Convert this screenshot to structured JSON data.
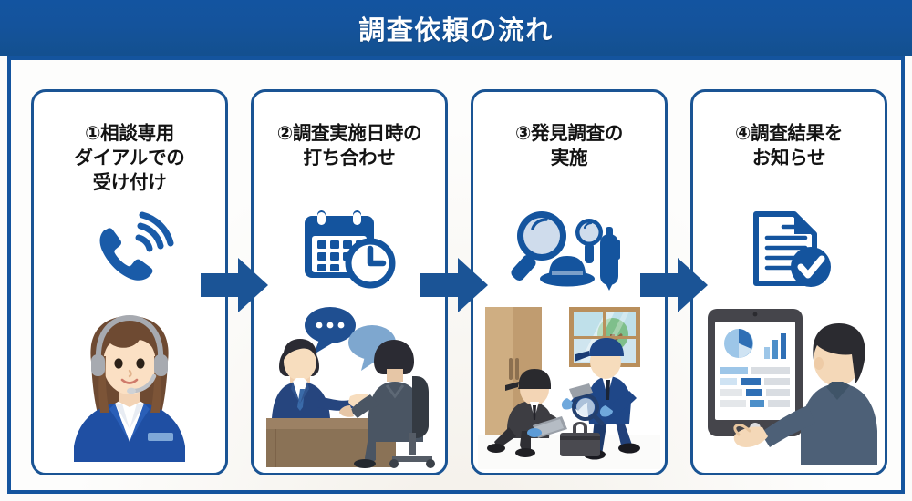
{
  "header": {
    "title": "調査依頼の流れ",
    "background_color": "#14539c",
    "text_color": "#ffffff"
  },
  "theme": {
    "accent_blue": "#14549e",
    "icon_blue": "#1a5ba8",
    "arrow_blue": "#1b5496",
    "card_border": "#1a5494",
    "card_background": "#ffffff",
    "page_background": "#fdfdfc"
  },
  "flow": {
    "arrow_count": 3,
    "arrows": [
      {
        "name": "arrow-step1-to-step2",
        "direction": "right"
      },
      {
        "name": "arrow-step2-to-step3",
        "direction": "right"
      },
      {
        "name": "arrow-step3-to-step4",
        "direction": "right"
      }
    ],
    "steps": [
      {
        "number": "①",
        "title_lines": [
          "①相談専用",
          "ダイアルでの",
          "受け付け"
        ],
        "icon_name": "ringing-phone-icon",
        "illustration_name": "call-center-operator-illustration",
        "illustration_caption": "ヘッドセットを着けた女性オペレーター"
      },
      {
        "number": "②",
        "title_lines": [
          "②調査実施日時の",
          "打ち合わせ"
        ],
        "icon_name": "calendar-clock-icon",
        "illustration_name": "meeting-at-desk-illustration",
        "illustration_caption": "机を挟んで打ち合わせをする二人の男性"
      },
      {
        "number": "③",
        "title_lines": [
          "③発見調査の",
          "実施"
        ],
        "icon_name": "detective-tools-icon",
        "illustration_name": "investigation-scene-illustration",
        "illustration_caption": "室内を調査する二人の調査員"
      },
      {
        "number": "④",
        "title_lines": [
          "④調査結果を",
          "お知らせ"
        ],
        "icon_name": "document-check-icon",
        "illustration_name": "report-presentation-illustration",
        "illustration_caption": "タブレットで報告する男性"
      }
    ]
  }
}
